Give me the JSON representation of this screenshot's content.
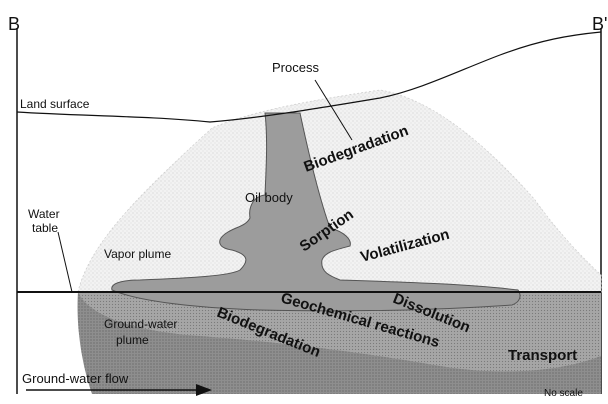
{
  "section_labels": {
    "left": "B",
    "right": "B'"
  },
  "labels": {
    "process": "Process",
    "land_surface": "Land surface",
    "biodegradation_upper": "Biodegradation",
    "oil_body": "Oil body",
    "sorption": "Sorption",
    "volatilization": "Volatilization",
    "water_table": "Water\ntable",
    "vapor_plume": "Vapor plume",
    "geochemical_reactions": "Geochemical reactions",
    "dissolution": "Dissolution",
    "biodegradation_lower": "Biodegradation",
    "ground_water_plume": "Ground-water\nplume",
    "transport": "Transport",
    "ground_water_flow": "Ground-water flow",
    "no_scale": "No scale"
  },
  "colors": {
    "vapor_plume_fill": "#ececec",
    "oil_body_fill": "#9a9a9a",
    "water_plume_fill": "#aaaaaa",
    "lower_layer_fill": "#888888",
    "line": "#111111"
  }
}
